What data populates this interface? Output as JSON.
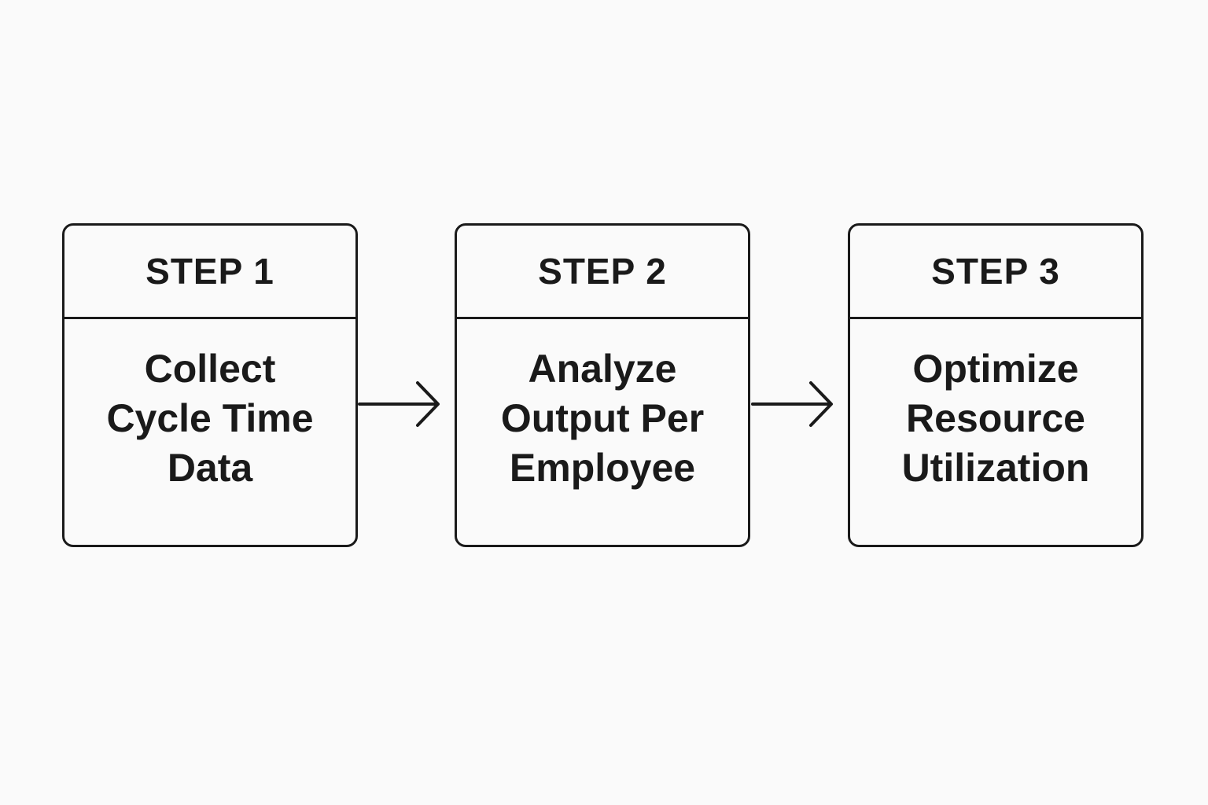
{
  "steps": [
    {
      "title": "STEP 1",
      "lines": [
        "Collect",
        "Cycle Time",
        "Data"
      ]
    },
    {
      "title": "STEP 2",
      "lines": [
        "Analyze",
        "Output Per",
        "Employee"
      ]
    },
    {
      "title": "STEP 3",
      "lines": [
        "Optimize",
        "Resource",
        "Utilization"
      ]
    }
  ],
  "colors": {
    "background": "#fafafa",
    "stroke": "#1a1a1a",
    "text": "#1a1a1a"
  },
  "connectors": [
    {
      "from": "STEP 1",
      "to": "STEP 2",
      "icon": "arrow-right-icon"
    },
    {
      "from": "STEP 2",
      "to": "STEP 3",
      "icon": "arrow-right-icon"
    }
  ]
}
